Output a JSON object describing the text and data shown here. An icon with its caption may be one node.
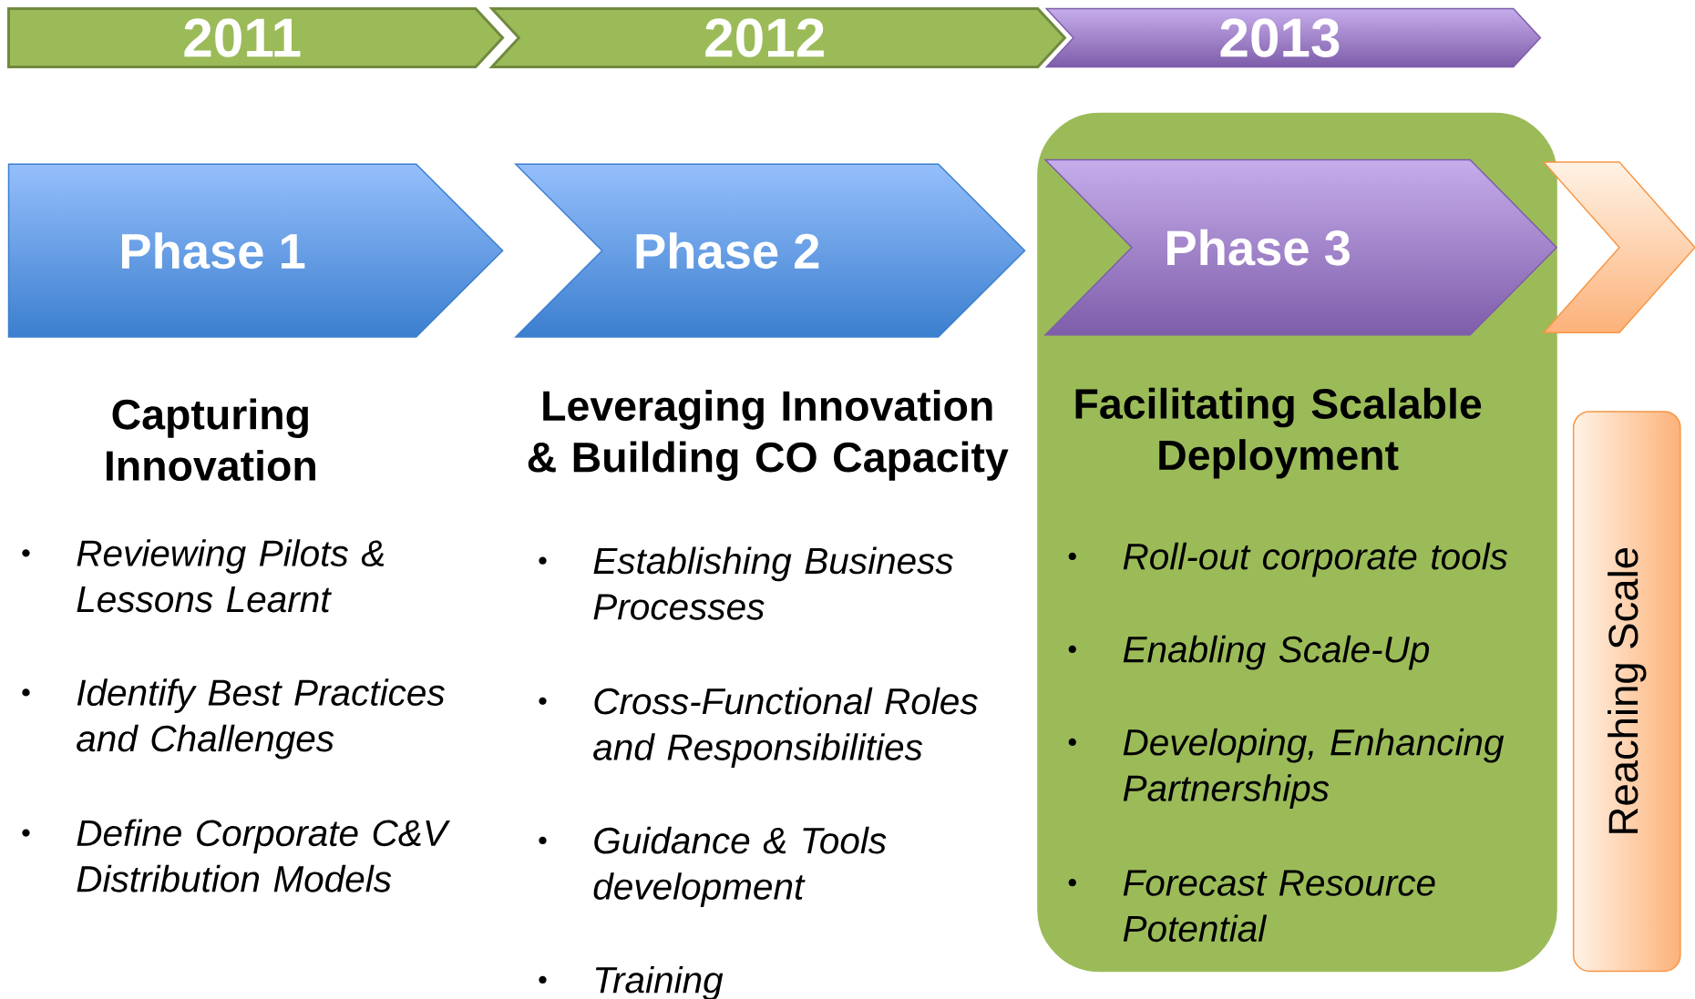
{
  "diagram": {
    "nodes": [
      {
        "text": [
          "2011"
        ]
      },
      {
        "text": [
          "2012"
        ]
      },
      {
        "text": [
          "2013"
        ]
      },
      {
        "text": [
          "Phase 1"
        ]
      },
      {
        "text": [
          "Phase 2"
        ]
      },
      {
        "text": [
          "Facilitating Scalable Deployment",
          "Roll-out corporate tools",
          "Enabling Scale-Up",
          "Developing, Enhancing Partnerships",
          "Forecast Resource Potential"
        ]
      },
      {
        "text": [
          "Phase 3"
        ],
        "in": 5
      },
      {
        "text": [],
        "shape": "chevron"
      },
      {
        "text": [
          "Reaching Scale"
        ]
      }
    ],
    "labels": [
      "Capturing Innovation",
      "Reviewing Pilots & Lessons Learnt",
      "Identify Best Practices and Challenges",
      "Define Corporate C&V Distribution Models",
      "Leveraging Innovation & Building CO Capacity",
      "Establishing Business Processes",
      "Cross-Functional Roles and Responsibilities",
      "Guidance & Tools development",
      "Training"
    ]
  }
}
